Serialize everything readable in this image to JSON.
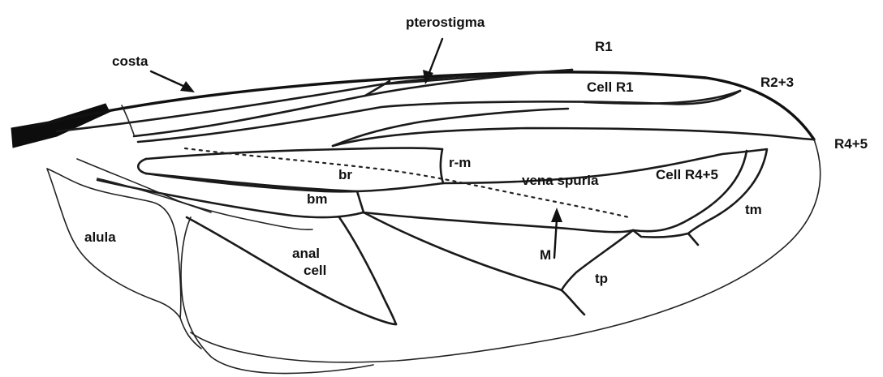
{
  "labels": {
    "costa": "costa",
    "pterostigma": "pterostigma",
    "r1": "R1",
    "cell_r1": "Cell R1",
    "r2_3": "R2+3",
    "r4_5": "R4+5",
    "r_m": "r-m",
    "br": "br",
    "bm": "bm",
    "vena_spuria": "vena spuria",
    "cell_r4_5": "Cell R4+5",
    "tm": "tm",
    "alula": "alula",
    "anal": "anal",
    "cell": "cell",
    "m": "M",
    "tp": "tp"
  }
}
